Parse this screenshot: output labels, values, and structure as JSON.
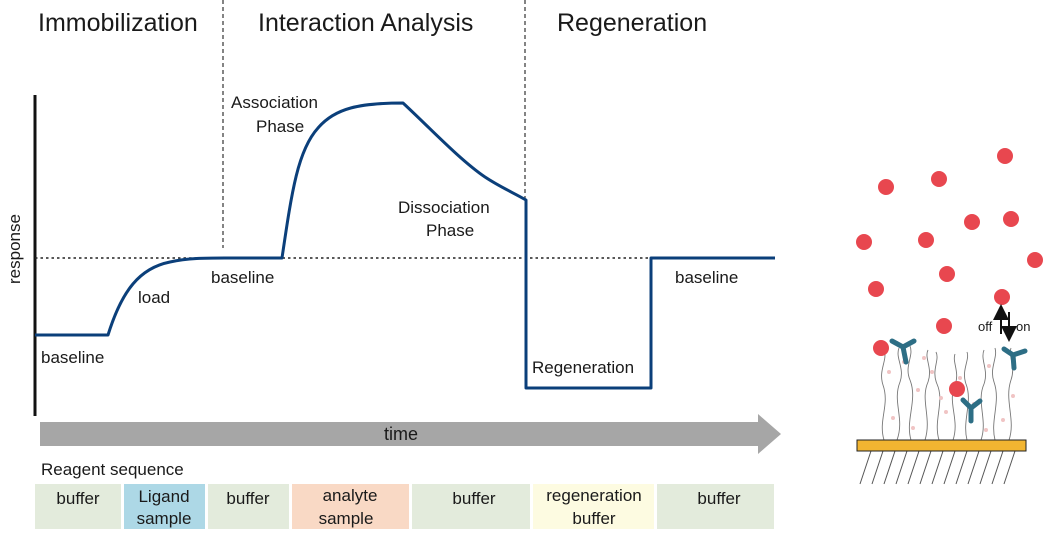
{
  "phases": {
    "immobilization": "Immobilization",
    "interaction": "Interaction Analysis",
    "regeneration": "Regeneration"
  },
  "axes": {
    "y_label": "response",
    "x_label": "time"
  },
  "curve_labels": {
    "baseline_start": "baseline",
    "load": "load",
    "baseline_mid": "baseline",
    "association_line1": "Association",
    "association_line2": "Phase",
    "dissociation_line1": "Dissociation",
    "dissociation_line2": "Phase",
    "regeneration": "Regeneration",
    "baseline_end": "baseline"
  },
  "reagent_sequence": {
    "title": "Reagent sequence",
    "items": [
      {
        "line1": "buffer",
        "line2": "",
        "color": "#e3ebdc"
      },
      {
        "line1": "Ligand",
        "line2": "sample",
        "color": "#add8e6"
      },
      {
        "line1": "buffer",
        "line2": "",
        "color": "#e3ebdc"
      },
      {
        "line1": "analyte",
        "line2": "sample",
        "color": "#f9d9c5"
      },
      {
        "line1": "buffer",
        "line2": "",
        "color": "#e3ebdc"
      },
      {
        "line1": "regeneration",
        "line2": "buffer",
        "color": "#fdfbe1"
      },
      {
        "line1": "buffer",
        "line2": "",
        "color": "#e3ebdc"
      }
    ]
  },
  "illustration": {
    "off_label": "off",
    "on_label": "on"
  },
  "colors": {
    "curve": "#0b3f7a",
    "arrow": "#a6a6a6",
    "particle": "#e8474f",
    "antibody": "#2d6e85",
    "surface": "#f2b531"
  },
  "icons": [
    "time-arrow-icon",
    "antibody-icon",
    "analyte-particle-icon",
    "off-arrow-icon",
    "on-arrow-icon"
  ]
}
